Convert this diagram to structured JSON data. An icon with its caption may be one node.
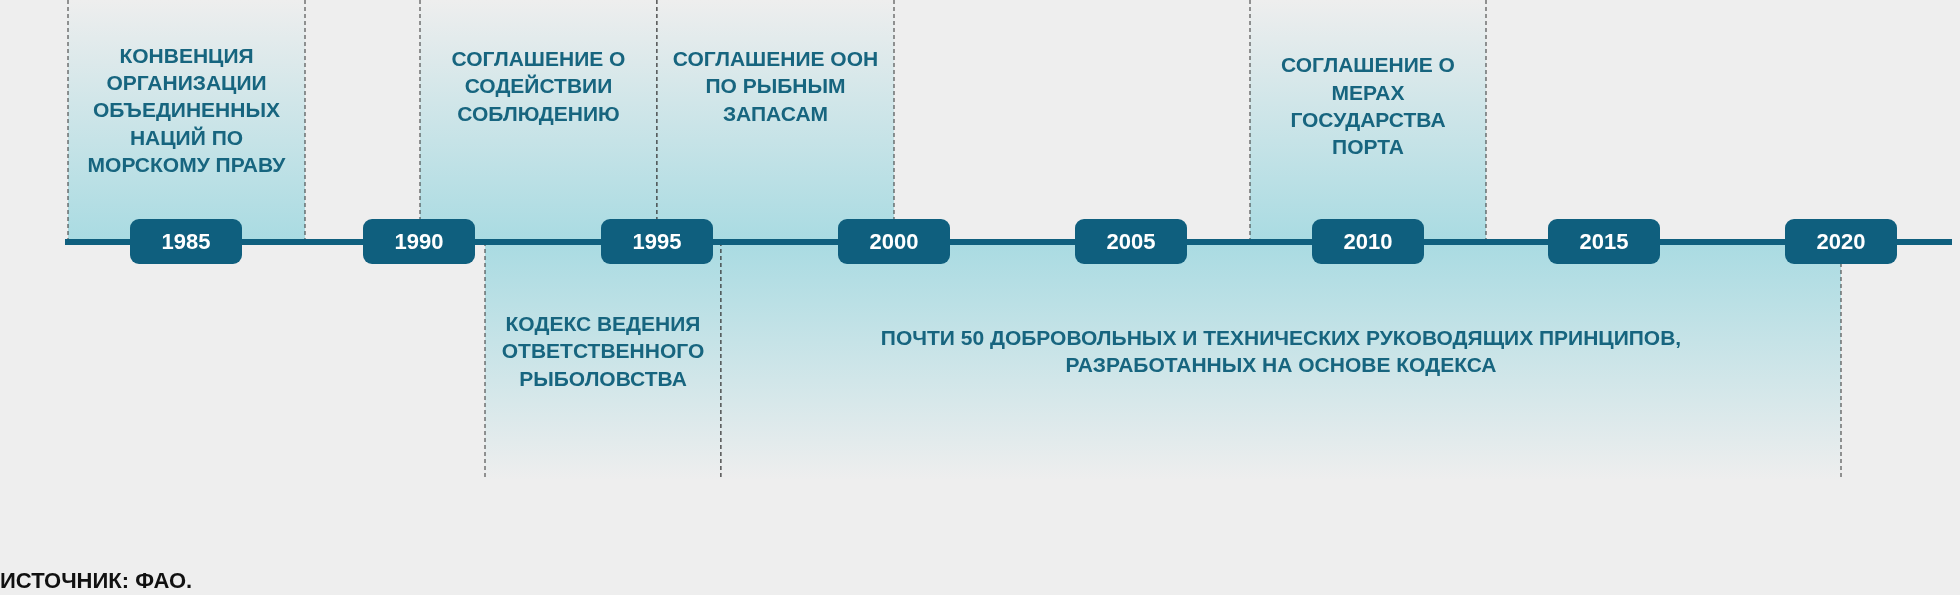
{
  "diagram": {
    "nodes": [
      {
        "text": [
          "КОНВЕНЦИЯ ОРГАНИЗАЦИИ ОБЪЕДИНЕННЫХ НАЦИЙ ПО МОРСКОМУ ПРАВУ"
        ]
      },
      {
        "text": [
          "СОГЛАШЕНИЕ О СОДЕЙСТВИИ СОБЛЮДЕНИЮ"
        ]
      },
      {
        "text": [
          "СОГЛАШЕНИЕ ООН ПО РЫБНЫМ ЗАПАСАМ"
        ]
      },
      {
        "text": [
          "СОГЛАШЕНИЕ О МЕРАХ ГОСУДАРСТВА ПОРТА"
        ]
      },
      {
        "text": [
          "1985"
        ]
      },
      {
        "text": [
          "1990"
        ]
      },
      {
        "text": [
          "1995"
        ]
      },
      {
        "text": [
          "2000"
        ]
      },
      {
        "text": [
          "2005"
        ]
      },
      {
        "text": [
          "2010"
        ]
      },
      {
        "text": [
          "2015"
        ]
      },
      {
        "text": [
          "2020"
        ]
      },
      {
        "text": [
          "КОДЕКС ВЕДЕНИЯ ОТВЕТСТВЕННОГО РЫБОЛОВСТВА"
        ]
      },
      {
        "text": [
          "ПОЧТИ 50 ДОБРОВОЛЬНЫХ И ТЕХНИЧЕСКИХ РУКОВОДЯЩИХ ПРИНЦИПОВ, РАЗРАБОТАННЫХ НА ОСНОВЕ КОДЕКСА"
        ]
      }
    ],
    "edges": [],
    "caption": "ИСТОЧНИК: ФАО."
  }
}
